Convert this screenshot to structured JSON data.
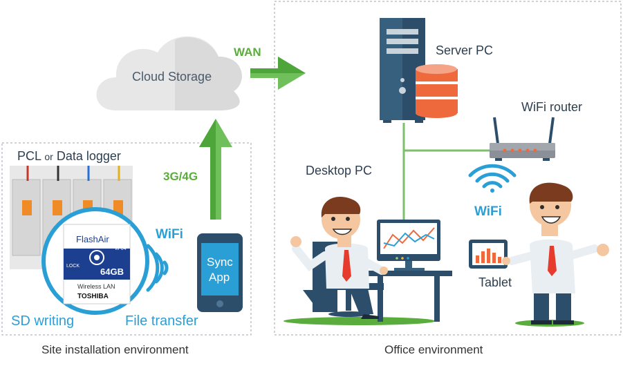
{
  "cloud": {
    "label": "Cloud Storage"
  },
  "links": {
    "wan": "WAN",
    "cellular": "3G/4G",
    "site_wifi": "WiFi",
    "office_wifi": "WiFi"
  },
  "site": {
    "device_label_a": "PCL",
    "device_label_or": "or",
    "device_label_b": "Data logger",
    "sd_card": {
      "brand": "FlashAir",
      "model": "W-04",
      "capacity": "64GB",
      "lan": "Wireless LAN",
      "maker": "TOSHIBA",
      "lock": "LOCK"
    },
    "phone_app_line1": "Sync",
    "phone_app_line2": "App",
    "sd_writing": "SD writing",
    "file_transfer": "File transfer",
    "caption": "Site installation environment"
  },
  "office": {
    "server": "Server PC",
    "router": "WiFi router",
    "desktop": "Desktop PC",
    "tablet": "Tablet",
    "caption": "Office environment"
  },
  "colors": {
    "green": "#5aad3c",
    "blue": "#2a9fd6",
    "navy": "#2c3e50",
    "cloud": "#e6e6e6",
    "orange": "#ee6a3c"
  }
}
